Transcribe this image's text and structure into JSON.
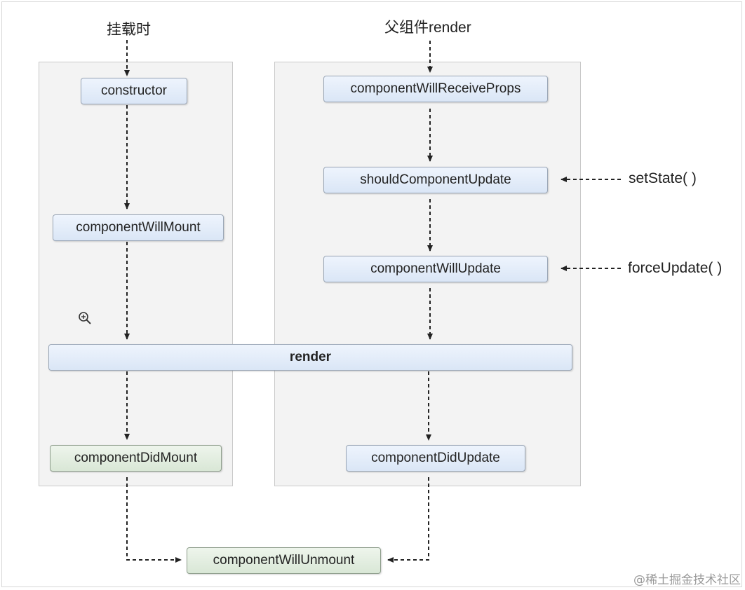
{
  "labels": {
    "mount_trigger": "挂载时",
    "parent_render_trigger": "父组件render",
    "set_state": "setState( )",
    "force_update": "forceUpdate( )"
  },
  "nodes": {
    "constructor": "constructor",
    "component_will_mount": "componentWillMount",
    "render": "render",
    "component_did_mount": "componentDidMount",
    "component_will_receive_props": "componentWillReceiveProps",
    "should_component_update": "shouldComponentUpdate",
    "component_will_update": "componentWillUpdate",
    "component_did_update": "componentDidUpdate",
    "component_will_unmount": "componentWillUnmount"
  },
  "watermark": "@稀土掘金技术社区",
  "icons": {
    "zoom": "zoom-in-icon"
  },
  "colors": {
    "node_blue": "#dae6f6",
    "node_green": "#d9e7d6",
    "panel": "#f3f3f3",
    "arrow": "#222222"
  }
}
